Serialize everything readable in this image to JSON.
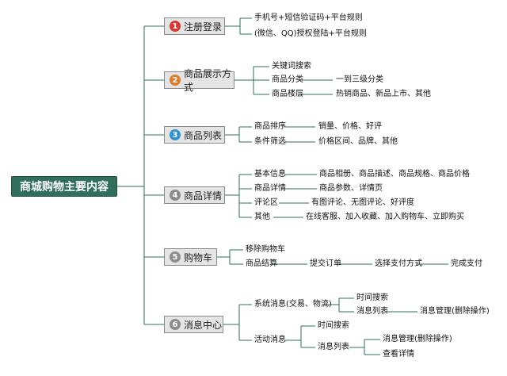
{
  "root": {
    "label": "商城购物主要内容"
  },
  "branches": [
    {
      "num": "1",
      "color": "#d8382f",
      "label": "注册登录",
      "items": [
        "手机号+短信验证码+平台规则",
        "(微信、QQ)授权登陆+平台规则"
      ]
    },
    {
      "num": "2",
      "color": "#e07b2a",
      "label": "商品展示方式",
      "items": [
        {
          "label": "关键词搜索"
        },
        {
          "label": "商品分类",
          "detail": "一到三级分类"
        },
        {
          "label": "商品楼层",
          "detail": "热销商品、新品上市、其他"
        }
      ]
    },
    {
      "num": "3",
      "color": "#2e93d1",
      "label": "商品列表",
      "items": [
        {
          "label": "商品排序",
          "detail": "销量、价格、好评"
        },
        {
          "label": "条件筛选",
          "detail": "价格区间、品牌、其他"
        }
      ]
    },
    {
      "num": "4",
      "color": "#8c8c8c",
      "label": "商品详情",
      "items": [
        {
          "label": "基本信息",
          "detail": "商品相册、商品描述、商品规格、商品价格"
        },
        {
          "label": "商品详情",
          "detail": "商品参数、详情页"
        },
        {
          "label": "评论区",
          "detail": "有图评论、无图评论、好评度"
        },
        {
          "label": "其他",
          "detail": "在线客服、加入收藏、加入购物车、立即购买"
        }
      ]
    },
    {
      "num": "5",
      "color": "#8c8c8c",
      "label": "购物车",
      "items": [
        {
          "label": "移除购物车"
        },
        {
          "label": "商品结算",
          "chain": [
            "提交订单",
            "选择支付方式",
            "完成支付"
          ]
        }
      ]
    },
    {
      "num": "6",
      "color": "#8c8c8c",
      "label": "消息中心",
      "items": [
        {
          "label": "系统消息(交易、物流)",
          "children": [
            "时间搜索",
            "消息列表"
          ],
          "grandchild": "消息管理(删除操作)"
        },
        {
          "label": "活动消息",
          "children": [
            "时间搜索",
            "消息列表"
          ],
          "grandchildren": [
            "消息管理(删除操作)",
            "查看详情"
          ]
        }
      ]
    }
  ]
}
